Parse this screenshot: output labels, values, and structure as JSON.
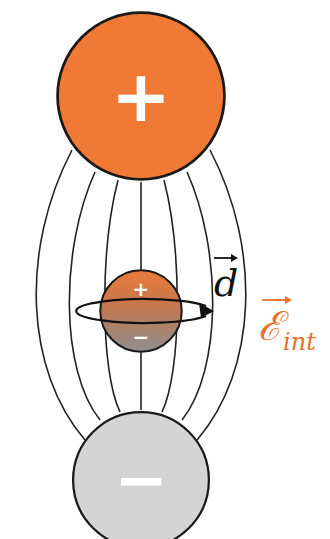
{
  "diagram": {
    "nodes": [
      {
        "text": [
          "+"
        ]
      },
      {
        "text": [
          "+",
          "−"
        ]
      },
      {
        "text": [
          "−"
        ]
      }
    ],
    "labels": [
      "d",
      "ℰ",
      "int"
    ]
  }
}
